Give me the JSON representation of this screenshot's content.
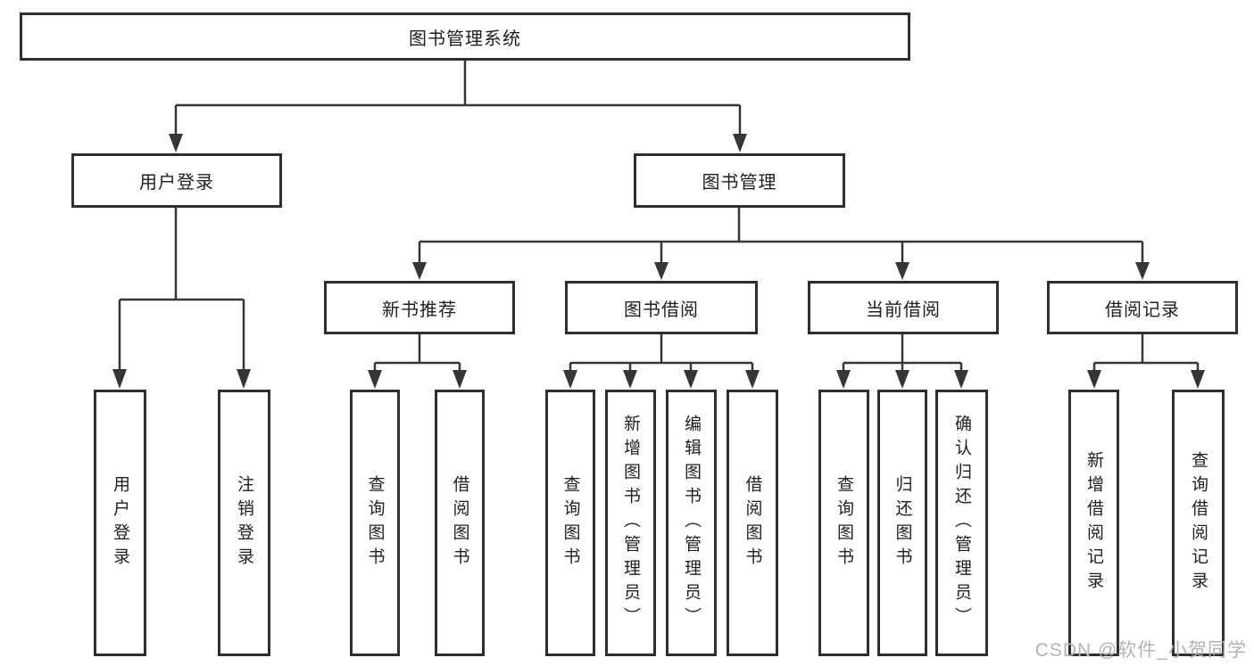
{
  "watermark": "CSDN @软件_小贺同学",
  "colors": {
    "line": "#363636",
    "border": "#2e2e2e",
    "box_bg": "#ffffff",
    "text": "#1f1f1f",
    "watermark": "#b3b3b3"
  },
  "tree": {
    "label": "图书管理系统",
    "children": [
      {
        "label": "用户登录",
        "children": [
          {
            "label": "用户登录"
          },
          {
            "label": "注销登录"
          }
        ]
      },
      {
        "label": "图书管理",
        "children": [
          {
            "label": "新书推荐",
            "children": [
              {
                "label": "查询图书"
              },
              {
                "label": "借阅图书"
              }
            ]
          },
          {
            "label": "图书借阅",
            "children": [
              {
                "label": "查询图书"
              },
              {
                "label": "新增图书（管理员）"
              },
              {
                "label": "编辑图书（管理员）"
              },
              {
                "label": "借阅图书"
              }
            ]
          },
          {
            "label": "当前借阅",
            "children": [
              {
                "label": "查询图书"
              },
              {
                "label": "归还图书"
              },
              {
                "label": "确认归还（管理员）"
              }
            ]
          },
          {
            "label": "借阅记录",
            "children": [
              {
                "label": "新增借阅记录"
              },
              {
                "label": "查询借阅记录"
              }
            ]
          }
        ]
      }
    ]
  }
}
